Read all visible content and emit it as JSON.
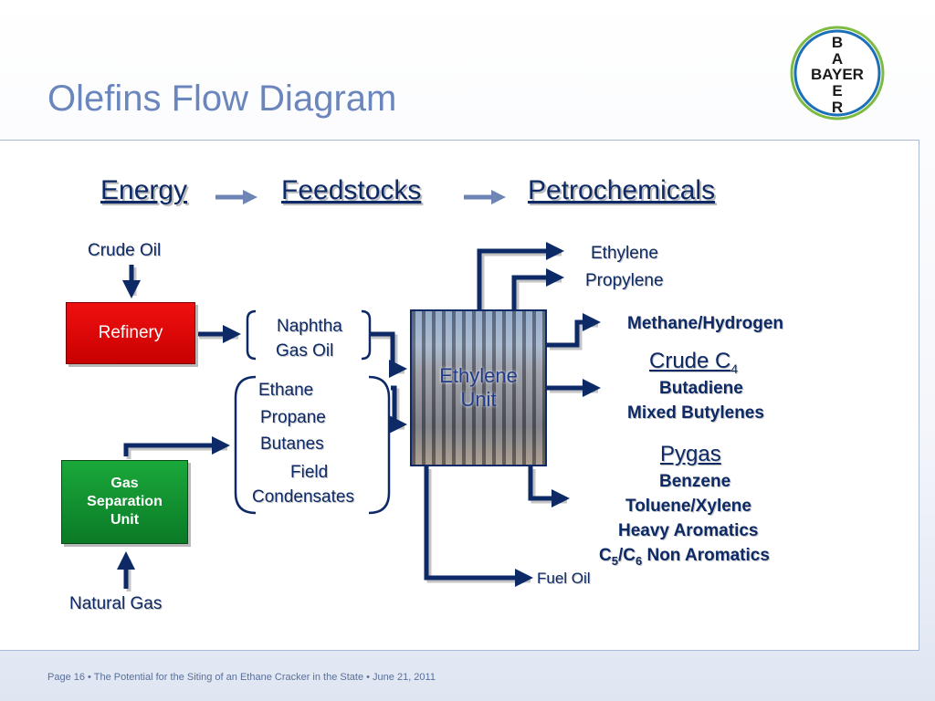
{
  "slide": {
    "title": "Olefins Flow Diagram",
    "footer": "Page 16 • The Potential for the Siting of an Ethane Cracker in the State • June 21, 2011"
  },
  "logo": {
    "letters": [
      "B",
      "A",
      "Y",
      "E",
      "R"
    ],
    "word": "BAYER"
  },
  "headers": {
    "energy": "Energy",
    "feedstocks": "Feedstocks",
    "petrochemicals": "Petrochemicals"
  },
  "sources": {
    "crude_oil": "Crude Oil",
    "natural_gas": "Natural Gas"
  },
  "boxes": {
    "refinery": "Refinery",
    "gas_separation_unit": [
      "Gas",
      "Separation",
      "Unit"
    ],
    "ethylene_unit": [
      "Ethylene",
      "Unit"
    ]
  },
  "feedstocks": {
    "refinery_products": [
      "Naphtha",
      "Gas Oil"
    ],
    "gas_products": [
      "Ethane",
      "Propane",
      "Butanes",
      "Field",
      "Condensates"
    ]
  },
  "products": {
    "ethylene": "Ethylene",
    "propylene": "Propylene",
    "methane_hydrogen": "Methane/Hydrogen",
    "crude_c4": {
      "heading": "Crude C",
      "subscript": "4",
      "items": [
        "Butadiene",
        "Mixed Butylenes"
      ]
    },
    "pygas": {
      "heading": "Pygas",
      "items": [
        "Benzene",
        "Toluene/Xylene",
        "Heavy Aromatics"
      ],
      "last": {
        "c": "C",
        "s1": "5",
        "slash": "/C",
        "s2": "6",
        "rest": " Non Aromatics"
      }
    },
    "fuel_oil": "Fuel Oil"
  },
  "colors": {
    "line": "#0d2a66",
    "header_arrow": "#6e84b4",
    "refinery": "#e00000",
    "gas_unit": "#12953a",
    "logo_green": "#7dbb42",
    "logo_blue": "#1d6fb8"
  }
}
